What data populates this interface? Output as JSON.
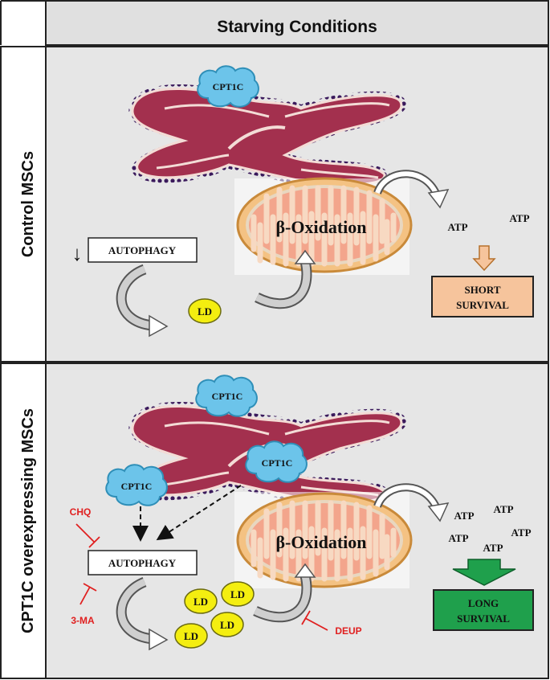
{
  "header": {
    "title": "Starving Conditions"
  },
  "panel_top": {
    "side_label": "Control MSCs",
    "er_protein": "CPT1C",
    "mito_label": "β-Oxidation",
    "autophagy_label": "AUTOPHAGY",
    "down_arrow": "↓",
    "ld_label": "LD",
    "atp_labels": [
      "ATP",
      "ATP"
    ],
    "outcome": {
      "line1": "SHORT",
      "line2": "SURVIVAL"
    },
    "outcome_color": "#f6c49c"
  },
  "panel_bottom": {
    "side_label": "CPT1C overexpressing MSCs",
    "er_proteins": [
      "CPT1C",
      "CPT1C",
      "CPT1C"
    ],
    "mito_label": "β-Oxidation",
    "autophagy_label": "AUTOPHAGY",
    "inhibitors": {
      "chq": "CHQ",
      "three_ma": "3-MA",
      "deup": "DEUP"
    },
    "ld_labels": [
      "LD",
      "LD",
      "LD",
      "LD"
    ],
    "atp_labels": [
      "ATP",
      "ATP",
      "ATP",
      "ATP",
      "ATP"
    ],
    "outcome": {
      "line1": "LONG",
      "line2": "SURVIVAL"
    },
    "outcome_color": "#1fa04c"
  },
  "colors": {
    "panel_bg": "#e6e6e6",
    "er": "#a3304e",
    "er_dots": "#3b1a5c",
    "cpt1c": "#6cc4ea",
    "mito_outer": "#f4c283",
    "mito_inner": "#f3a58c",
    "ld": "#f4ee10",
    "inhibitor": "#e02020"
  }
}
